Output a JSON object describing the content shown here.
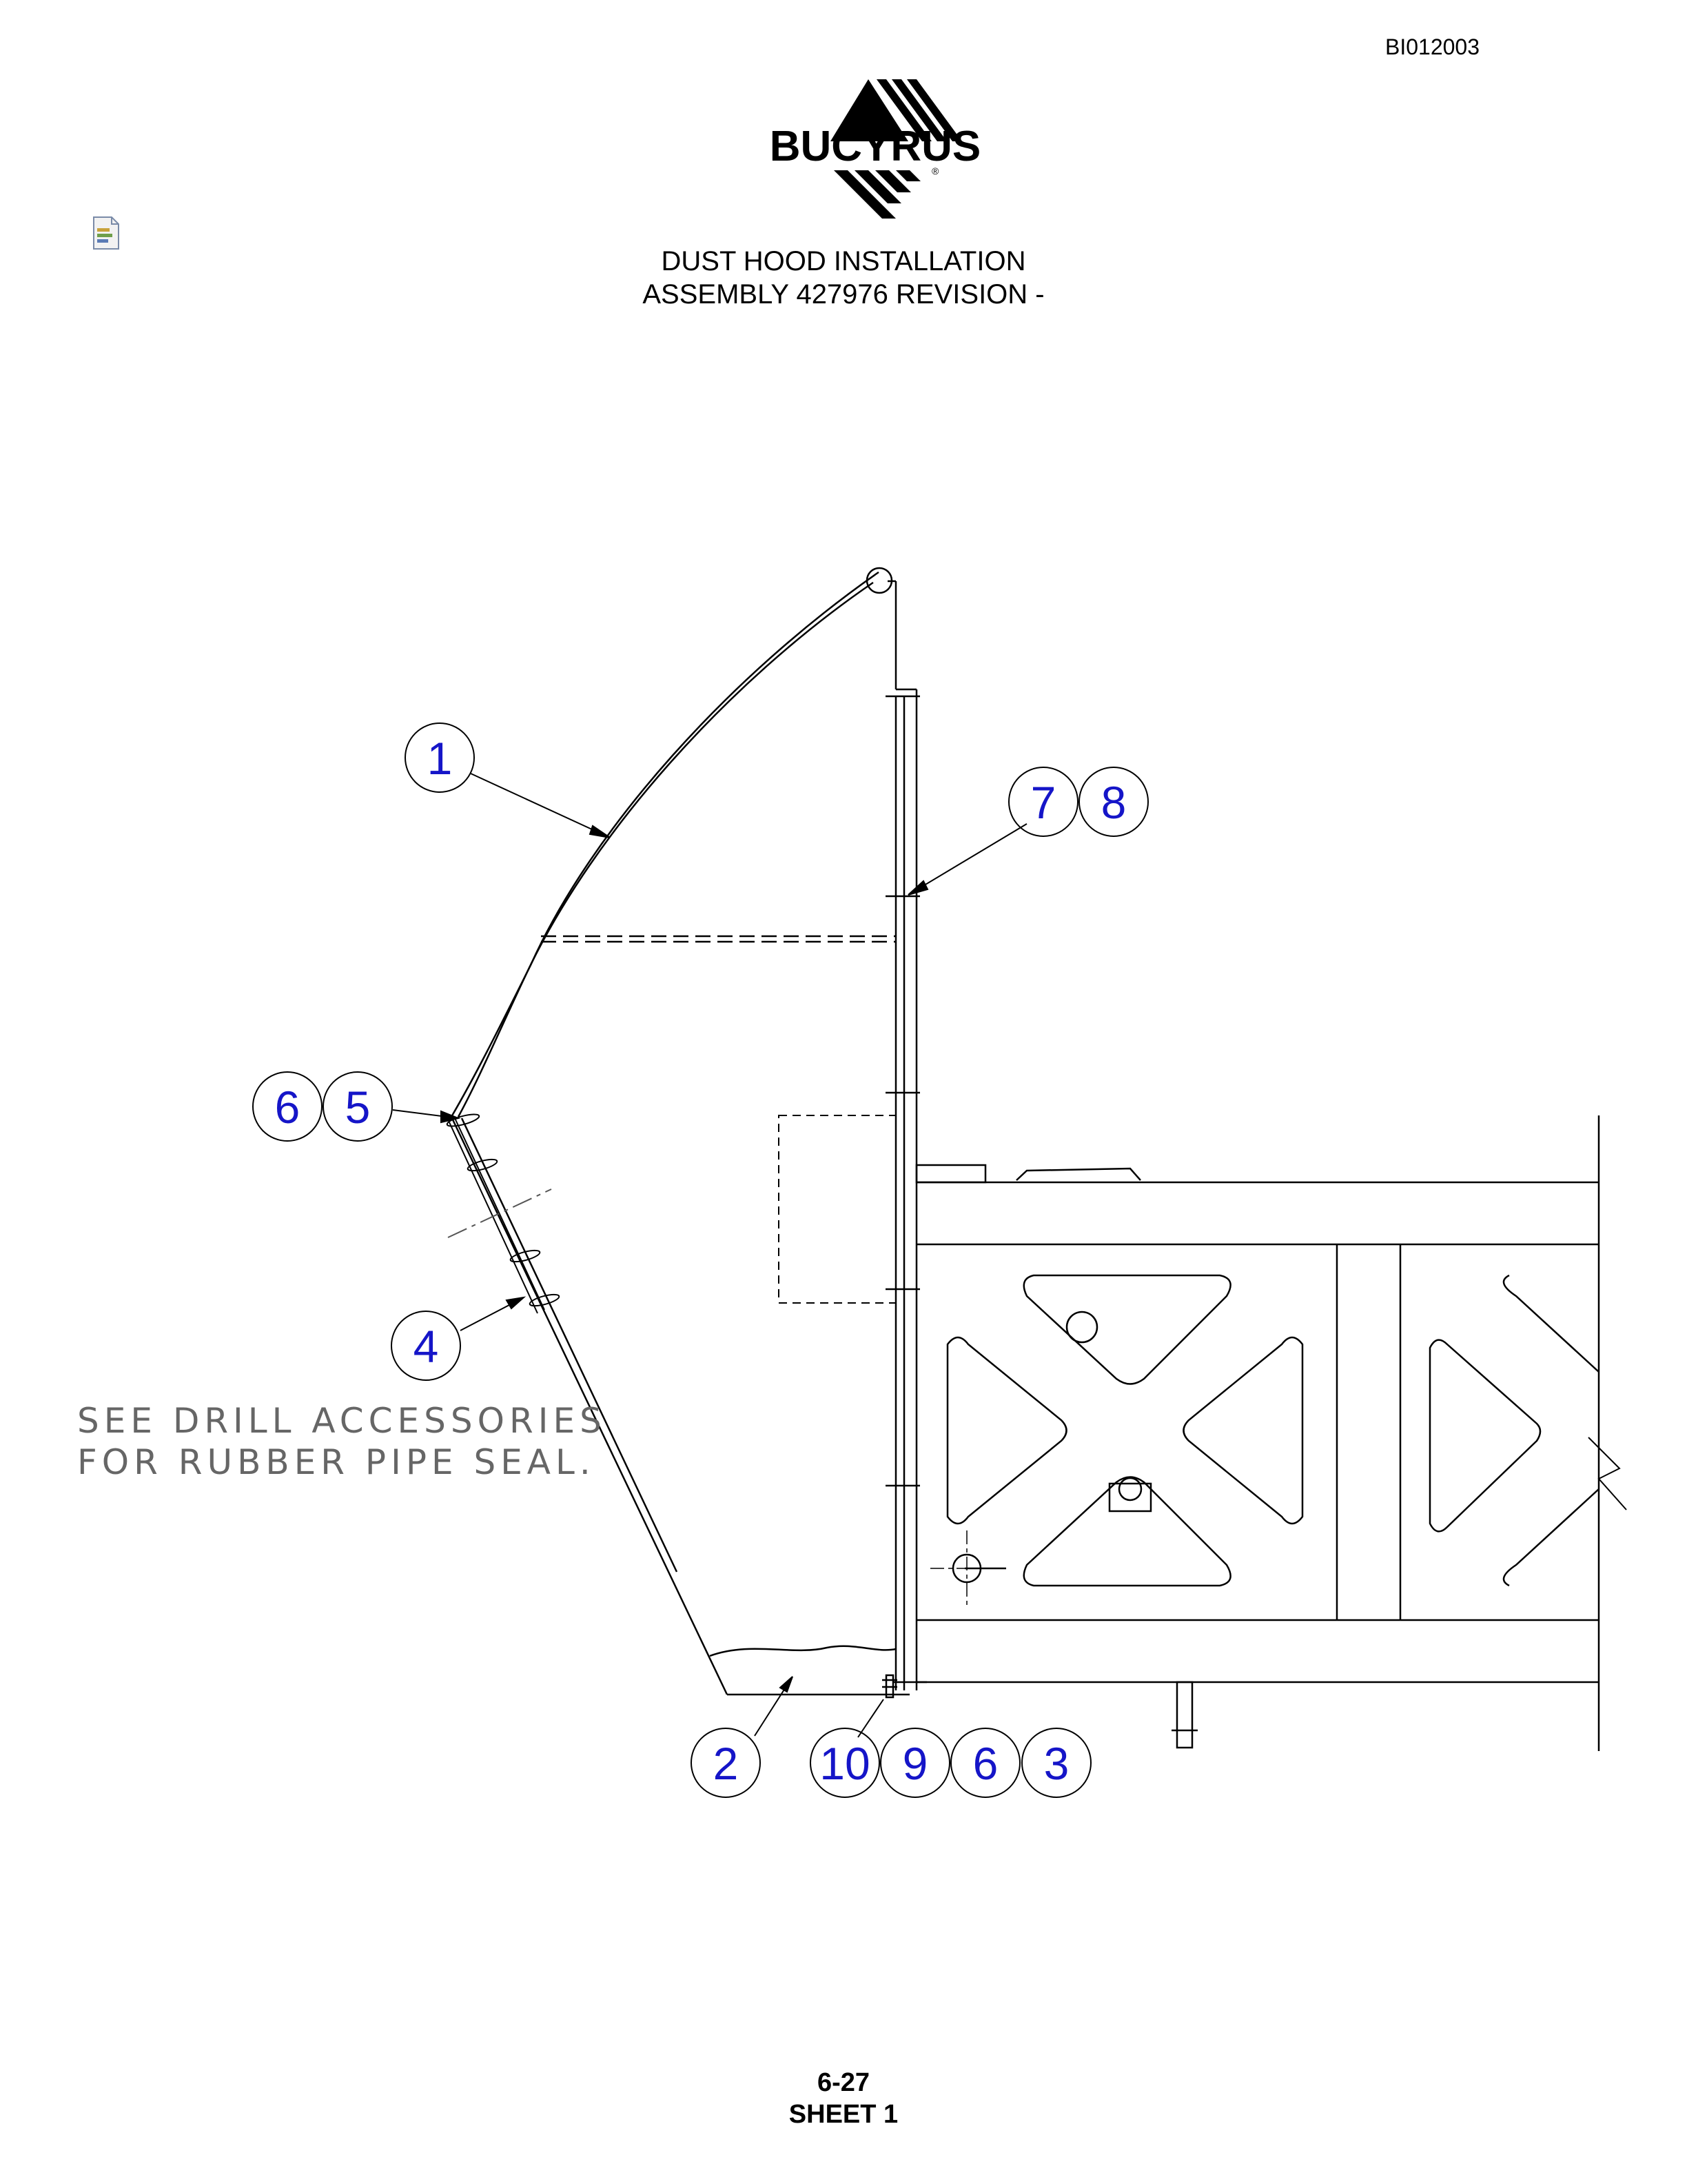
{
  "header": {
    "doc_id": "BI012003",
    "logo_text": "BUCYRUS",
    "title_line1": "DUST HOOD INSTALLATION",
    "title_line2": "ASSEMBLY 427976 REVISION -"
  },
  "drawing": {
    "note_line1": "SEE DRILL ACCESSORIES",
    "note_line2": "FOR RUBBER PIPE SEAL.",
    "balloons": [
      "1",
      "7",
      "8",
      "6",
      "5",
      "4",
      "2",
      "10",
      "9",
      "6",
      "3"
    ]
  },
  "footer": {
    "page_number": "6-27",
    "sheet": "SHEET 1"
  },
  "colors": {
    "balloon_text": "#1515c8",
    "line": "#000000",
    "note": "#666666"
  }
}
